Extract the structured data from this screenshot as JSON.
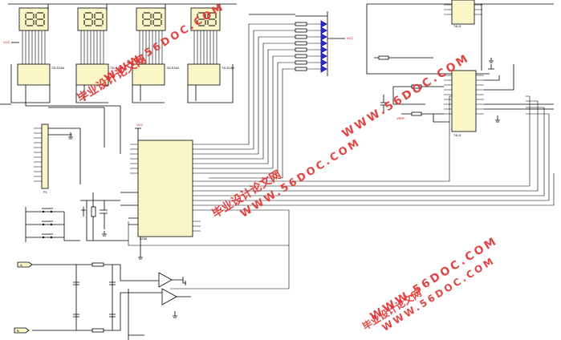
{
  "watermark": {
    "cn_text": "毕业设计论文网",
    "url_text": "WWW.56DOC.COM"
  },
  "labels": {
    "vcc": "VCC",
    "ic_mcu": "AT89",
    "ic_adc": "74LS",
    "ic_pin_header": "P1",
    "led_driver": "74LS164",
    "vref": "VREF",
    "out_a": "A",
    "out_b": "B"
  },
  "colors": {
    "wire": "#000000",
    "led": "#2a2ad0",
    "ic_fill": "#fbf6c8",
    "watermark": "#e03030"
  }
}
